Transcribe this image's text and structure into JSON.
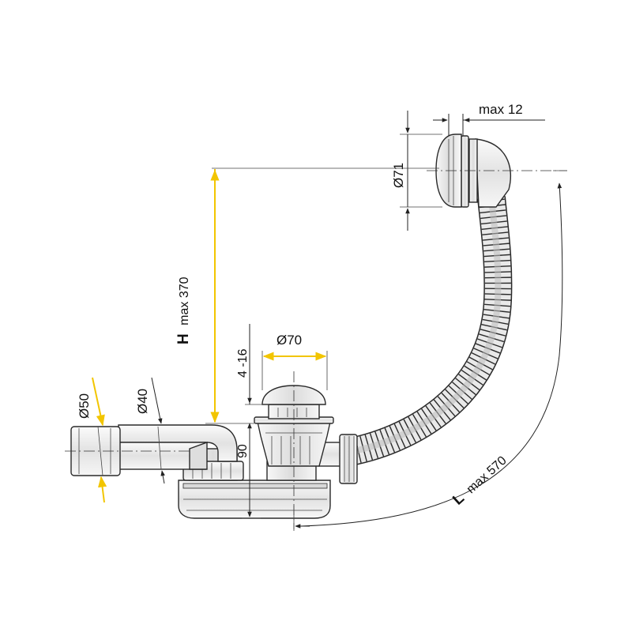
{
  "dimensions": {
    "overflow_thickness": "max 12",
    "overflow_diameter": "Ø71",
    "height_letter": "H",
    "height_value": "max 370",
    "drain_diameter": "Ø70",
    "plug_travel": "4 -16",
    "outlet_outer_diameter": "Ø50",
    "outlet_inner_diameter": "Ø40",
    "trap_height": "90",
    "length_letter": "L",
    "length_value": "max 570"
  },
  "colors": {
    "accent_dimension": "#f2c500",
    "line": "#222222",
    "part_fill": "#f2f2f2",
    "part_shade": "#d6d6d6"
  }
}
